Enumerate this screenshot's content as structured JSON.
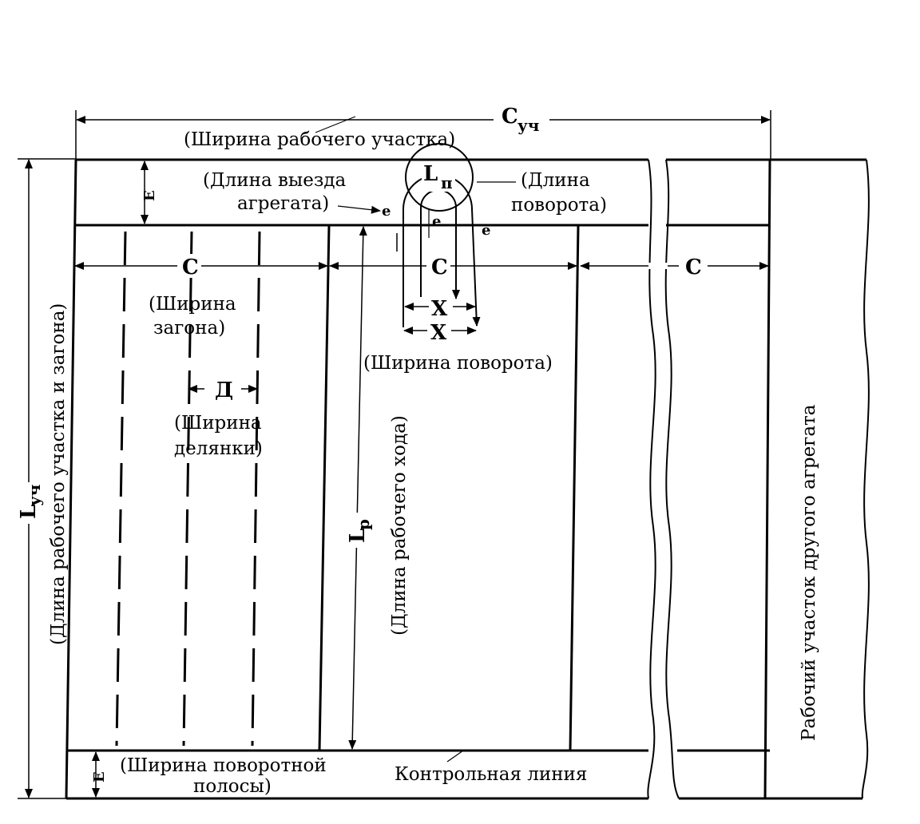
{
  "diagram": {
    "labels": {
      "c_uch_sym": "C",
      "c_uch_sub": "уч",
      "width_work_area": "(Ширина рабочего участка)",
      "e_top": "E",
      "exit_length_1": "(Длина выезда",
      "exit_length_2": "агрегата)",
      "small_e_left": "e",
      "small_e_mid": "e",
      "small_e_right": "e",
      "lp_sym": "L",
      "lp_sub": "п",
      "turn_length_1": "(Длина",
      "turn_length_2": "поворота)",
      "c_left": "C",
      "c_mid": "C",
      "c_right": "C",
      "plot_width_1": "(Ширина",
      "plot_width_2": "загона)",
      "x_upper": "X",
      "x_lower": "X",
      "turn_width": "(Ширина поворота)",
      "d_sym": "Д",
      "section_width_1": "(Ширина",
      "section_width_2": "делянки)",
      "l_uch_sym": "L",
      "l_uch_sub": "уч",
      "length_area_plot": "(Длина рабочего участка и загона)",
      "lr_sym": "L",
      "lr_sub": "р",
      "working_pass_length": "(Длина рабочего хода)",
      "other_unit_area": "Рабочий участок другого агрегата",
      "e_bottom": "E",
      "headland_width_1": "(Ширина поворотной",
      "headland_width_2": "полосы)",
      "control_line": "Контрольная линия"
    }
  }
}
